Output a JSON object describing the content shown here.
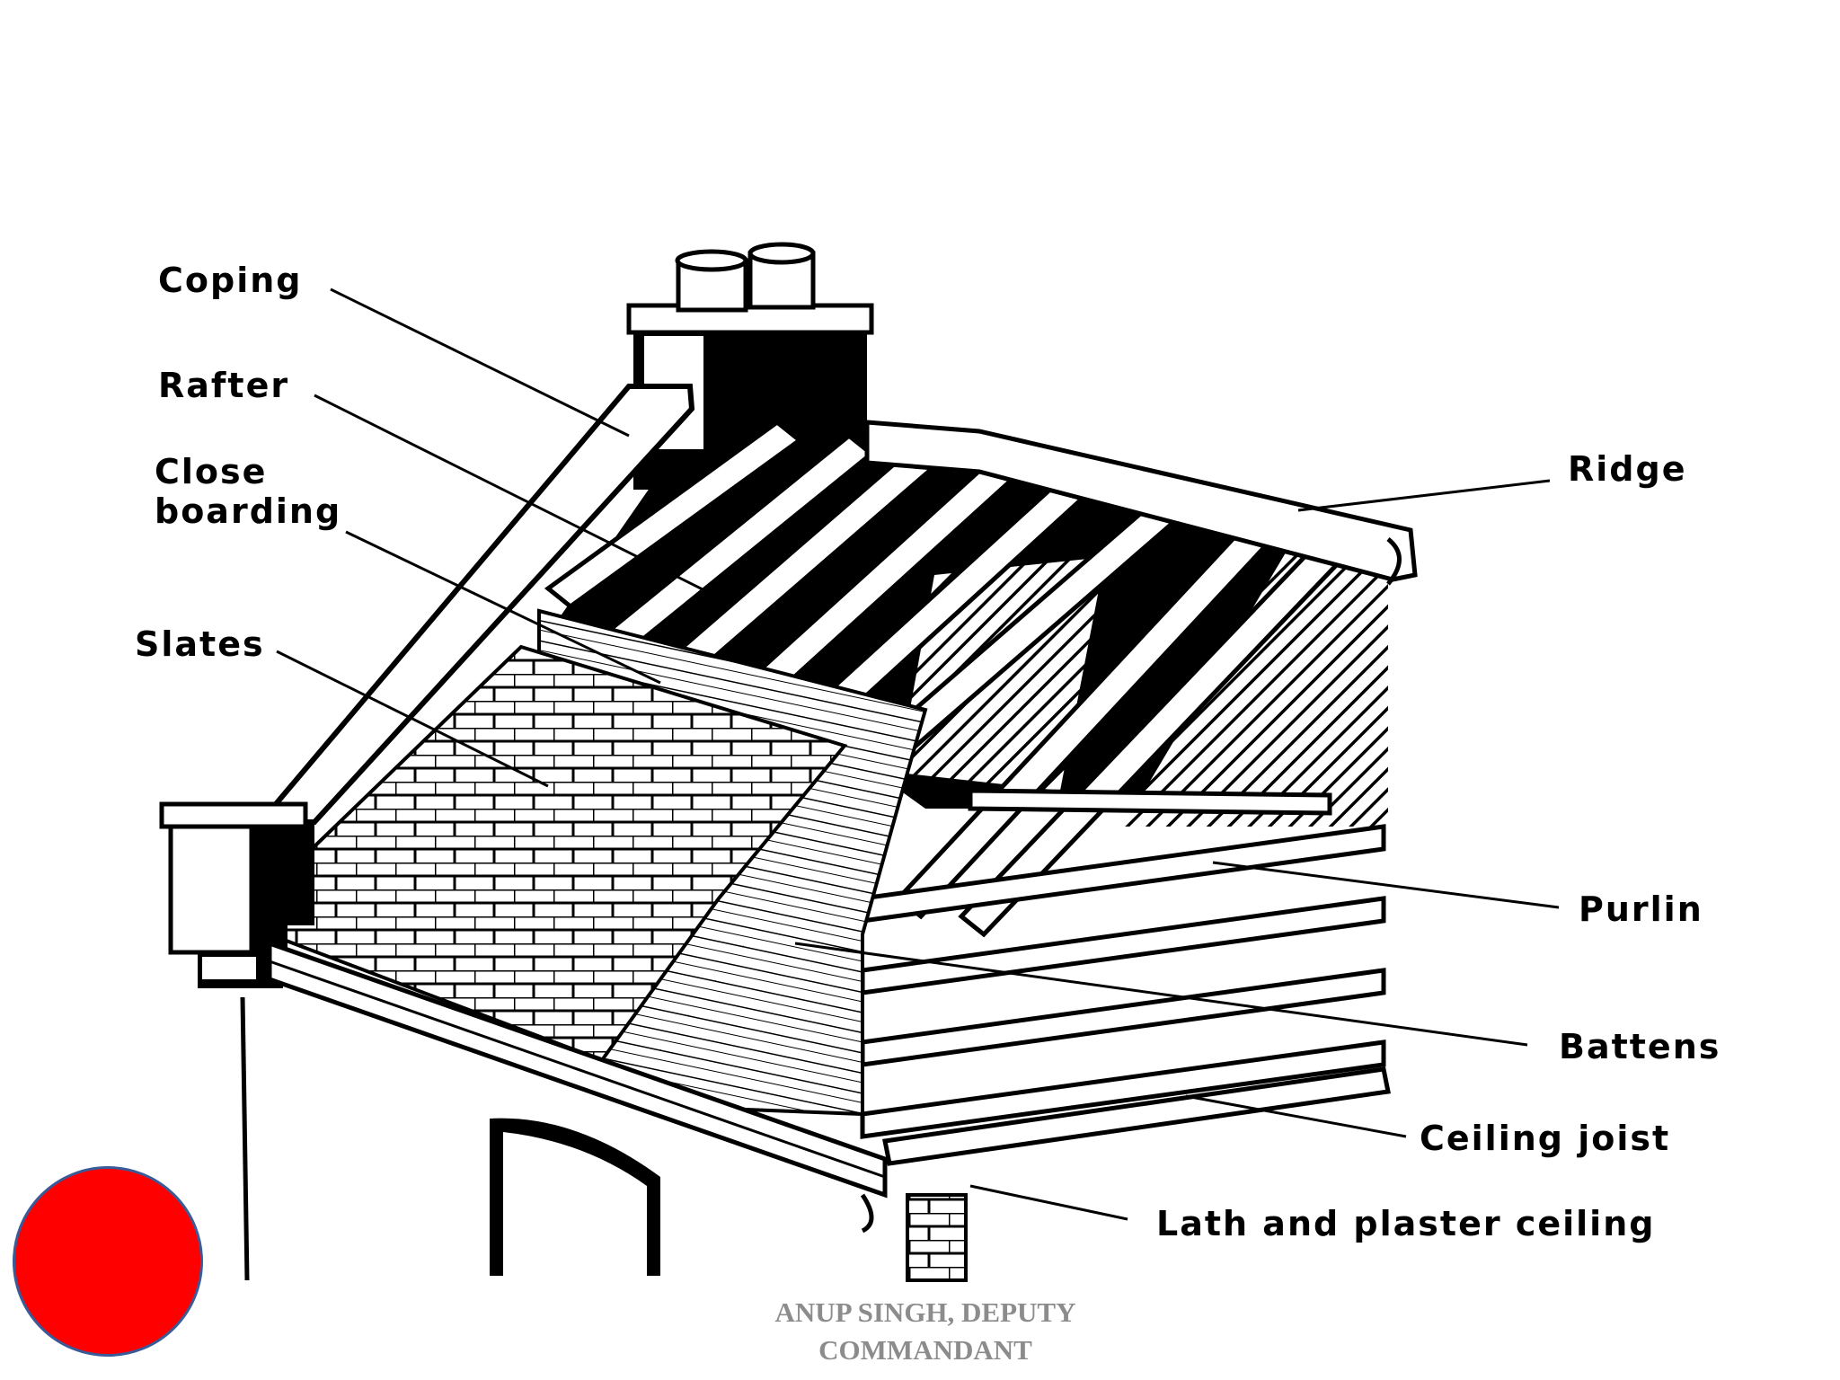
{
  "diagram": {
    "labels": {
      "coping": "Coping",
      "rafter": "Rafter",
      "close_boarding": "Close boarding",
      "slates": "Slates",
      "ridge": "Ridge",
      "purlin": "Purlin",
      "battens": "Battens",
      "ceiling_joist": "Ceiling joist",
      "lath_plaster": "Lath and plaster ceiling"
    }
  },
  "footer": {
    "credit": "ANUP  SINGH, DEPUTY COMMANDANT"
  },
  "colors": {
    "ink": "#000000",
    "background": "#ffffff",
    "accent_dot": "#ff0000",
    "dot_border": "#3a5a98",
    "footer_text": "#8c8c8c"
  }
}
